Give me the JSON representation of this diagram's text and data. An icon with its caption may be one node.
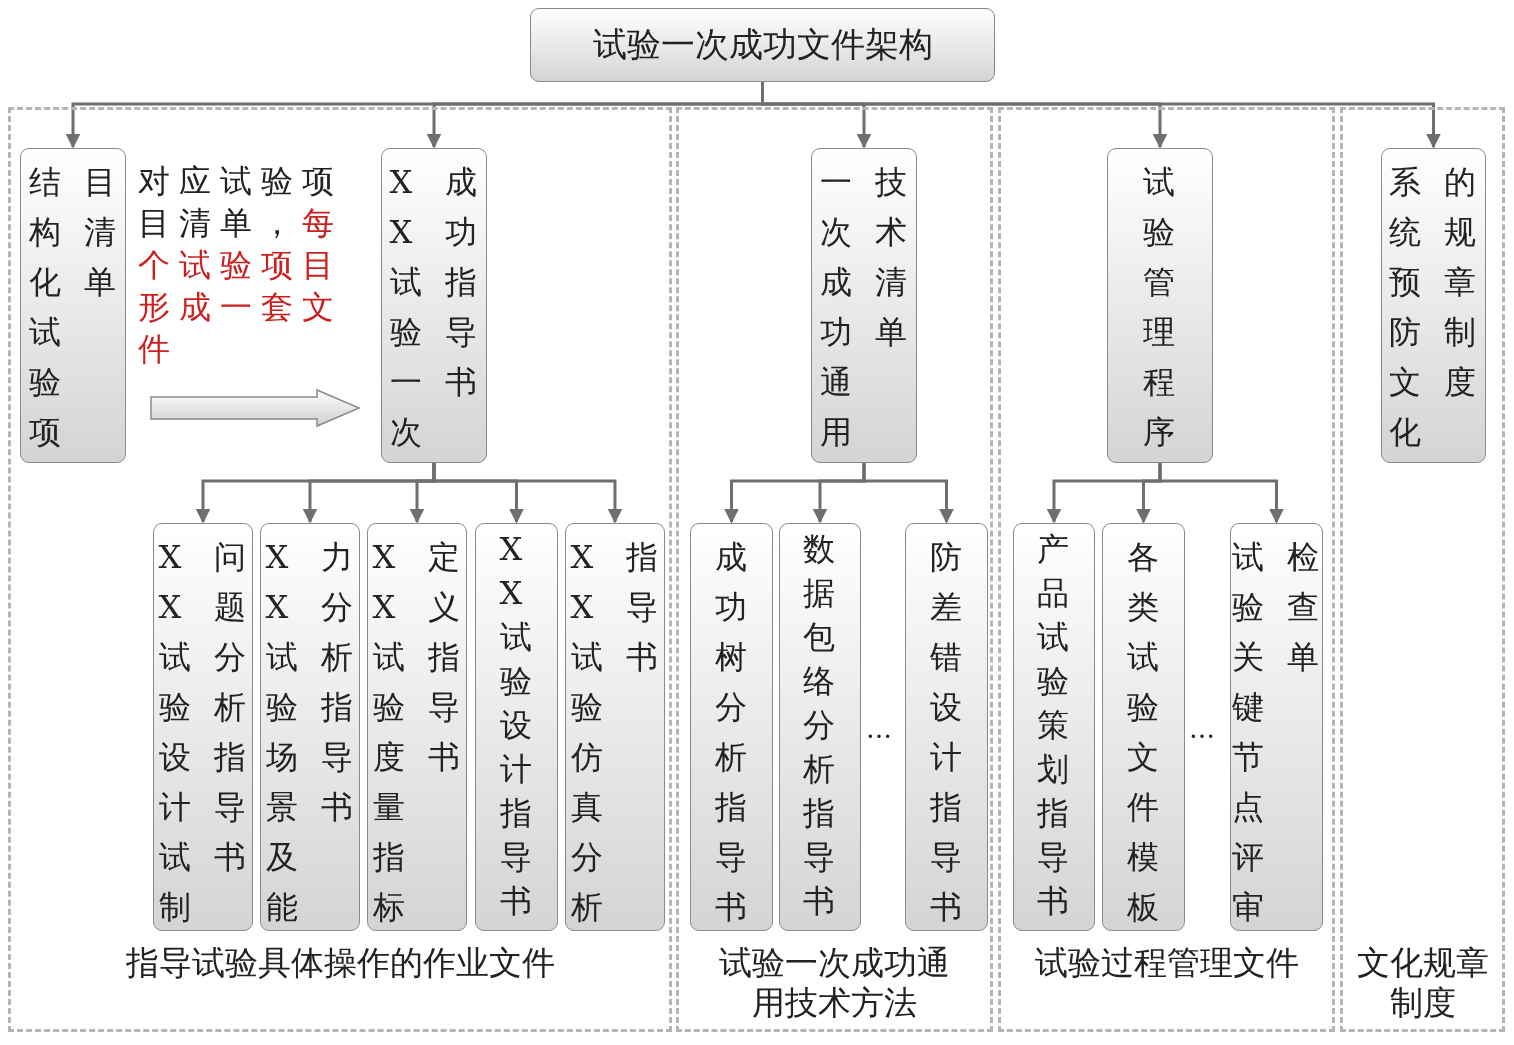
{
  "diagram": {
    "nodes": [
      {
        "text": [
          "试验一次成功文件架构"
        ]
      },
      {
        "text": [
          "指导试验具体操作的作业文件"
        ]
      },
      {
        "text": [
          "结构化试验项目清单"
        ],
        "in": 1
      },
      {
        "text": [
          "XX试验一次成功指导书"
        ],
        "in": 1
      },
      {
        "text": [
          "XX试验设计试制问题分析指导书"
        ],
        "in": 1
      },
      {
        "text": [
          "XX试验场景及能力分析指导书"
        ],
        "in": 1
      },
      {
        "text": [
          "XX试验度量指标定义指导书"
        ],
        "in": 1
      },
      {
        "text": [
          "XX试验设计指导书"
        ],
        "in": 1
      },
      {
        "text": [
          "XX试验仿真分析指导书"
        ],
        "in": 1
      },
      {
        "text": [
          "试验一次成功通用技术方法"
        ]
      },
      {
        "text": [
          "一次成功通用技术清单"
        ],
        "in": 9
      },
      {
        "text": [
          "成功树分析指导书"
        ],
        "in": 9
      },
      {
        "text": [
          "数据包络分析指导书"
        ],
        "in": 9
      },
      {
        "text": [
          "防差错设计指导书"
        ],
        "in": 9
      },
      {
        "text": [
          "试验过程管理文件"
        ]
      },
      {
        "text": [
          "试验管理程序"
        ],
        "in": 14
      },
      {
        "text": [
          "产品试验策划指导书"
        ],
        "in": 14
      },
      {
        "text": [
          "各类试验文件模板"
        ],
        "in": 14
      },
      {
        "text": [
          "试验关键节点评审检查单"
        ],
        "in": 14
      },
      {
        "text": [
          "文化规章制度"
        ]
      },
      {
        "text": [
          "系统预防文化的规章制度"
        ],
        "in": 19
      }
    ],
    "edges": [
      {
        "from": 0,
        "to": 2,
        "arrow": "to"
      },
      {
        "from": 0,
        "to": 3,
        "arrow": "to"
      },
      {
        "from": 0,
        "to": 10,
        "arrow": "to"
      },
      {
        "from": 0,
        "to": 15,
        "arrow": "to"
      },
      {
        "from": 0,
        "to": 20,
        "arrow": "to"
      },
      {
        "from": 2,
        "to": 3,
        "arrow": "to",
        "style": "thick"
      },
      {
        "from": 3,
        "to": 4,
        "arrow": "to"
      },
      {
        "from": 3,
        "to": 5,
        "arrow": "to"
      },
      {
        "from": 3,
        "to": 6,
        "arrow": "to"
      },
      {
        "from": 3,
        "to": 7,
        "arrow": "to"
      },
      {
        "from": 3,
        "to": 8,
        "arrow": "to"
      },
      {
        "from": 10,
        "to": 11,
        "arrow": "to"
      },
      {
        "from": 10,
        "to": 12,
        "arrow": "to"
      },
      {
        "from": 10,
        "to": 13,
        "arrow": "to"
      },
      {
        "from": 15,
        "to": 16,
        "arrow": "to"
      },
      {
        "from": 15,
        "to": 17,
        "arrow": "to"
      },
      {
        "from": 15,
        "to": 18,
        "arrow": "to"
      }
    ],
    "labels": [
      "对应试验项目清单，",
      "每个试验项目形成一套文件",
      "…",
      "…"
    ]
  }
}
